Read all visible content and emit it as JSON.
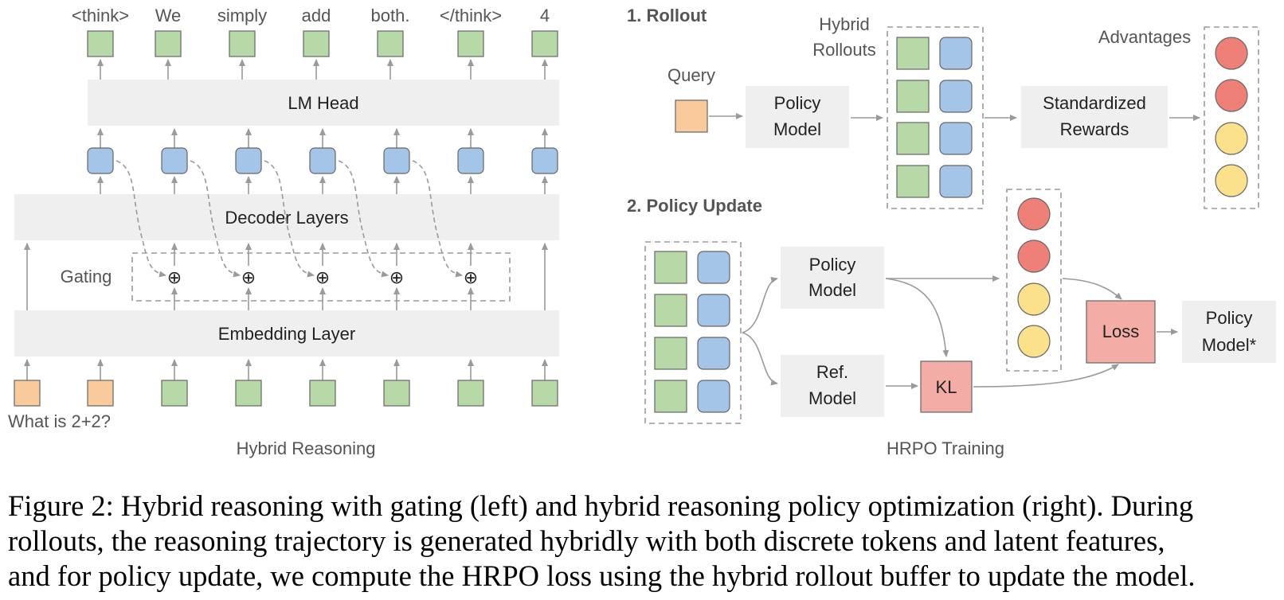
{
  "colors": {
    "green": "#b7d9a8",
    "blue": "#a4c5e8",
    "orange": "#f9cb9c",
    "red": "#ee8077",
    "yellow": "#fbe18b",
    "pink": "#f4aca6",
    "box_gray": "#efefef",
    "arrow": "#9a9a9a",
    "dash": "#9a9a9a",
    "text_gray": "#555555"
  },
  "left": {
    "output_tokens": [
      "<think>",
      "We",
      "simply",
      "add",
      "both.",
      "</think>",
      "4"
    ],
    "lm_head_label": "LM Head",
    "decoder_label": "Decoder Layers",
    "gating_label": "Gating",
    "embedding_label": "Embedding Layer",
    "query_text": "What is 2+2?",
    "panel_title": "Hybrid Reasoning",
    "gate_symbol": "⊕"
  },
  "right": {
    "rollout_title": "1. Rollout",
    "query_label": "Query",
    "policy_model_line1": "Policy",
    "policy_model_line2": "Model",
    "hybrid_rollouts_line1": "Hybrid",
    "hybrid_rollouts_line2": "Rollouts",
    "standardized_line1": "Standardized",
    "standardized_line2": "Rewards",
    "advantages_label": "Advantages",
    "update_title": "2. Policy Update",
    "update_policy_line1": "Policy",
    "update_policy_line2": "Model",
    "ref_line1": "Ref.",
    "ref_line2": "Model",
    "kl_label": "KL",
    "loss_label": "Loss",
    "policy_star_line1": "Policy",
    "policy_star_line2": "Model*",
    "panel_title": "HRPO Training"
  },
  "caption": {
    "line1": "Figure 2: Hybrid reasoning with gating (left) and hybrid reasoning policy optimization (right). During",
    "line2": "rollouts, the reasoning trajectory is generated hybridly with both discrete tokens and latent features,",
    "line3": "and for policy update, we compute the HRPO loss using the hybrid rollout buffer to update the model."
  }
}
